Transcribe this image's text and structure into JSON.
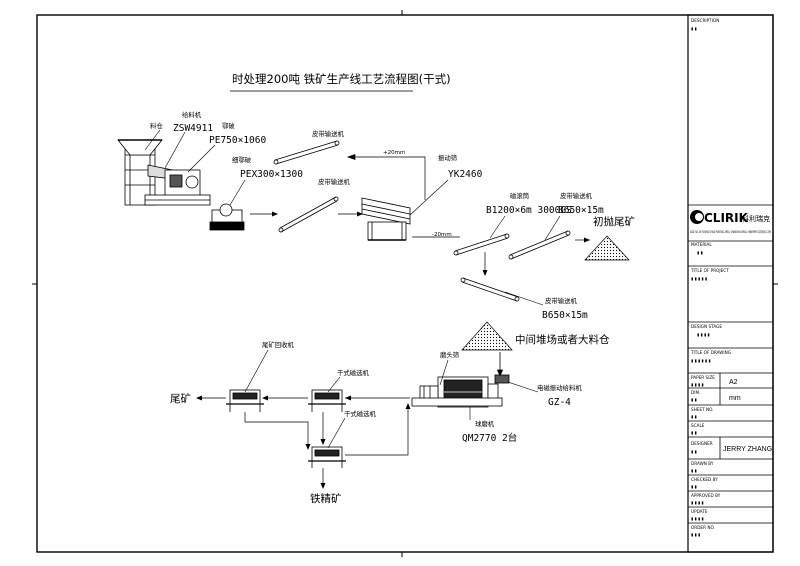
{
  "diagram": {
    "title": "时处理200吨 铁矿生产线工艺流程图(干式)",
    "labels": {
      "bin": "料仓",
      "feeder": "给料机",
      "feeder_spec": "ZSW4911",
      "jaw": "鄂破",
      "jaw_spec": "PE750×1060",
      "fine_jaw": "细鄂破",
      "fine_jaw_spec": "PEX300×1300",
      "belt1": "皮带输送机",
      "belt2": "皮带输送机",
      "screen": "振动筛",
      "screen_spec": "YK2460",
      "oversize": "+20mm",
      "undersize": "-20mm",
      "magnetic": "磁滚筒",
      "magnetic_spec": "B1200×6m   3000GS",
      "belt3": "皮带输送机",
      "belt3_spec": "B650×15m",
      "tailings_initial": "初抛尾矿",
      "belt4": "皮带输送机",
      "belt4_spec": "B650×15m",
      "stockpile": "中间堆场或者大料仓",
      "mill_head": "磨头筛",
      "vib_feeder": "电磁振动给料机",
      "vib_feeder_spec": "GZ-4",
      "ball_mill": "球磨机",
      "ball_mill_spec": "QM2770  2台",
      "dry_sep1": "干式磁选机",
      "dry_sep2": "干式磁选机",
      "recovery": "尾矿回收机",
      "tailings": "尾矿",
      "concentrate": "铁精矿"
    }
  },
  "title_block": {
    "description": "DESCRIPTION",
    "logo_text": "CLIRIK",
    "logo_cn": "科利瑞克",
    "address": "ADD: NO.19,FUQING ROAD,PUDONG AREA, SHANGHAI EMAIL: HNJERRY0123@QQ.COM",
    "material": "MATERIAL",
    "title_of_project": "TITLE OF PROJECT",
    "design_stage": "DESIGN STAGE",
    "title_of_drawing": "TITLE OF DRAWING",
    "paper_size_label": "PAPER SIZE",
    "paper_size": "A2",
    "dim_label": "DIM.",
    "dim": "mm",
    "sheet_no": "SHEET NO.",
    "scale": "SCALE",
    "designer_label": "DESIGNER",
    "designer": "JERRY ZHANG",
    "drawn_by": "DRAWN BY",
    "checked_by": "CHECKED BY",
    "approved_by": "APPROVED BY",
    "update": "UPDATE",
    "order_no": "ORDER NO."
  },
  "colors": {
    "ink": "#000000",
    "paper": "#ffffff"
  }
}
